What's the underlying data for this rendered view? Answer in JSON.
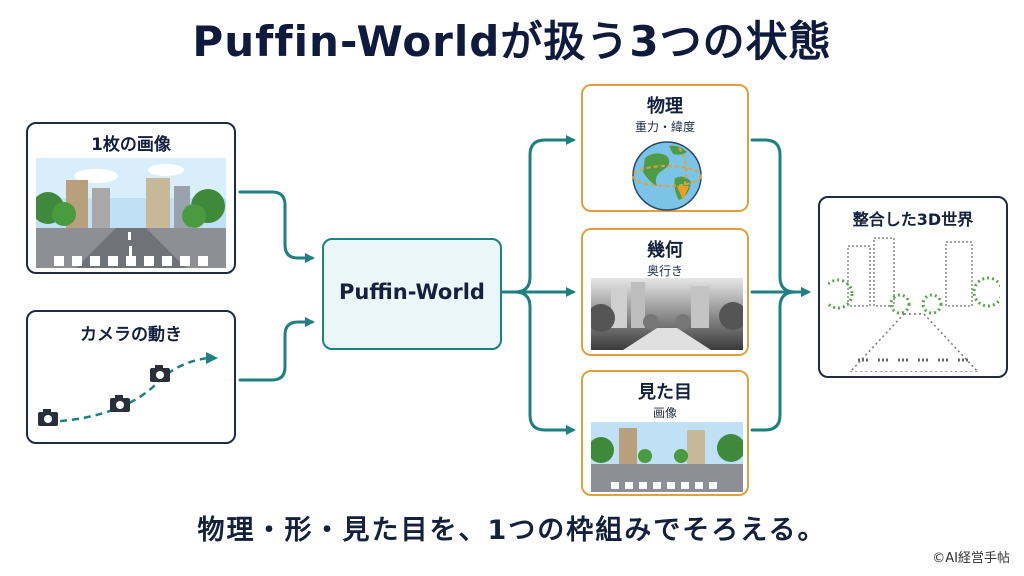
{
  "title": "Puffin-Worldが扱う3つの状態",
  "inputs": {
    "image_card": {
      "label": "1枚の画像"
    },
    "camera_card": {
      "label": "カメラの動き"
    }
  },
  "center": {
    "label": "Puffin-World"
  },
  "states": [
    {
      "label": "物理",
      "sub": "重力・緯度"
    },
    {
      "label": "幾何",
      "sub": "奥行き"
    },
    {
      "label": "見た目",
      "sub": "画像"
    }
  ],
  "output": {
    "label": "整合した3D世界"
  },
  "tagline": "物理・形・見た目を、1つの枠組みでそろえる。",
  "credit": "©AI経営手帖",
  "colors": {
    "arrow": "#1e8080",
    "card_border": "#1f2a44",
    "state_border": "#e0a040",
    "center_fill": "#eaf6f7"
  }
}
